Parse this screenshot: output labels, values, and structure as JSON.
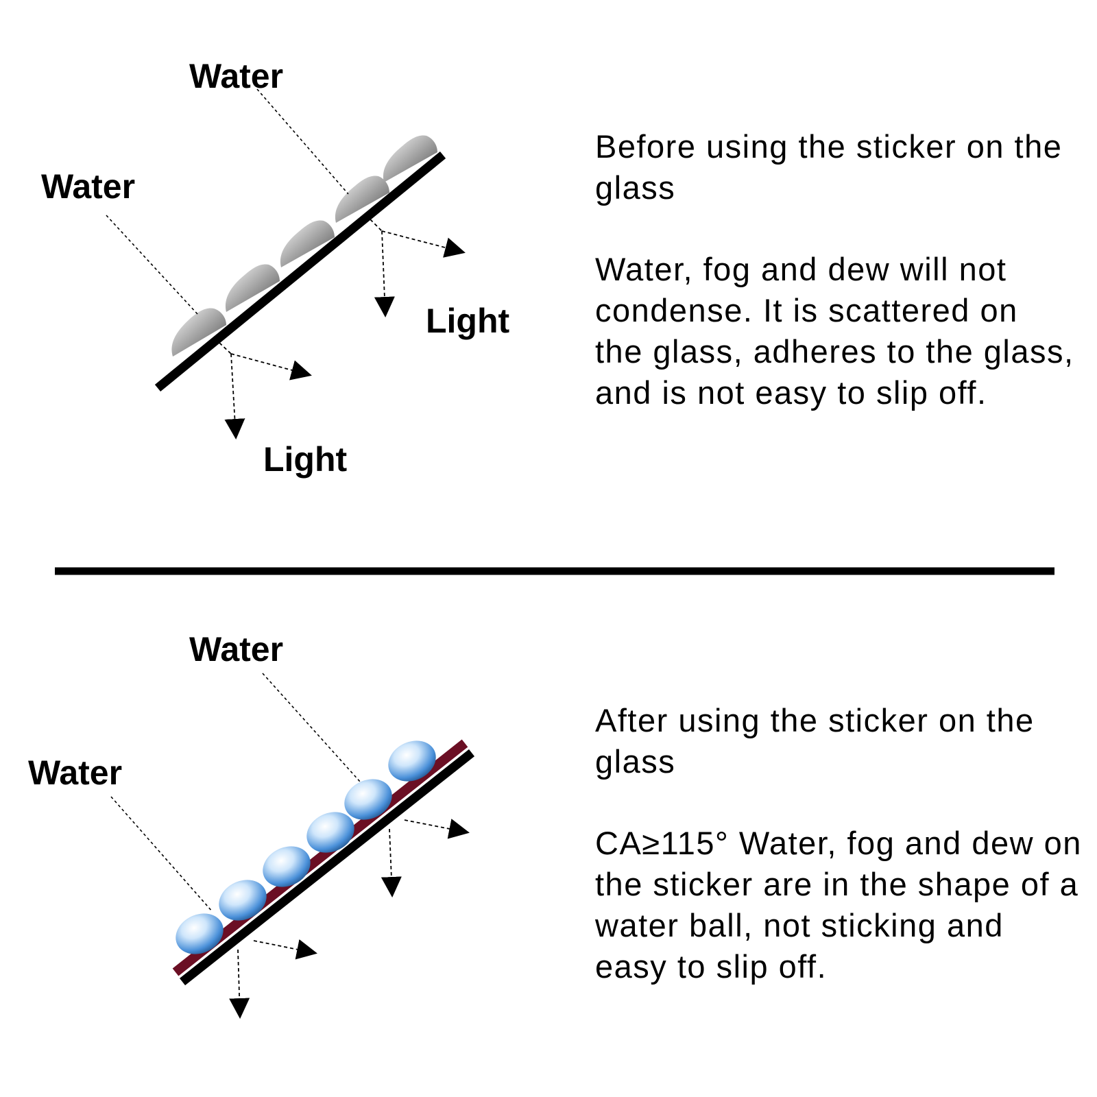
{
  "top_panel": {
    "water_label_1": "Water",
    "water_label_2": "Water",
    "light_label_1": "Light",
    "light_label_2": "Light",
    "title": "Before using the sticker on the glass",
    "body": "Water, fog and dew will not condense. It is scattered on the glass, adheres to the glass, and is not easy to slip off."
  },
  "bottom_panel": {
    "water_label_1": "Water",
    "water_label_2": "Water",
    "title": "After using the sticker on the glass",
    "body": "CA≥115° Water, fog and dew on the sticker are in the shape of a water ball, not sticking and easy to slip off."
  },
  "colors": {
    "glass": "#000000",
    "sticker": "#6b0f24",
    "dew": "#8c8c8c",
    "water_ball": "#4a90d9"
  }
}
